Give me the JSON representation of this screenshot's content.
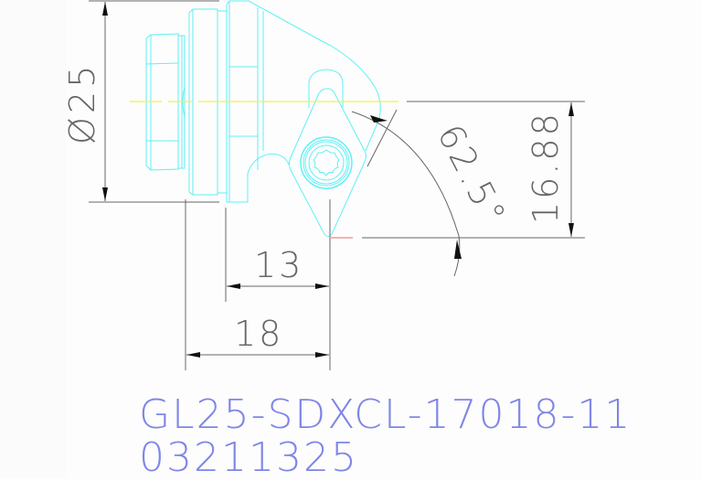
{
  "drawing": {
    "title_line_1": "GL25-SDXCL-17018-11",
    "title_line_2": "03211325",
    "colors": {
      "background": "#fdfdfd",
      "geometry": "#5ff0f5",
      "centerline": "#f3f34a",
      "dimension": "#555555",
      "label": "#7f86e6",
      "accent_red": "#f59a9a"
    }
  },
  "dimensions": {
    "diameter": "Ø25",
    "height": "16.88",
    "angle": "62.5°",
    "length_inner": "13",
    "length_outer": "18"
  }
}
